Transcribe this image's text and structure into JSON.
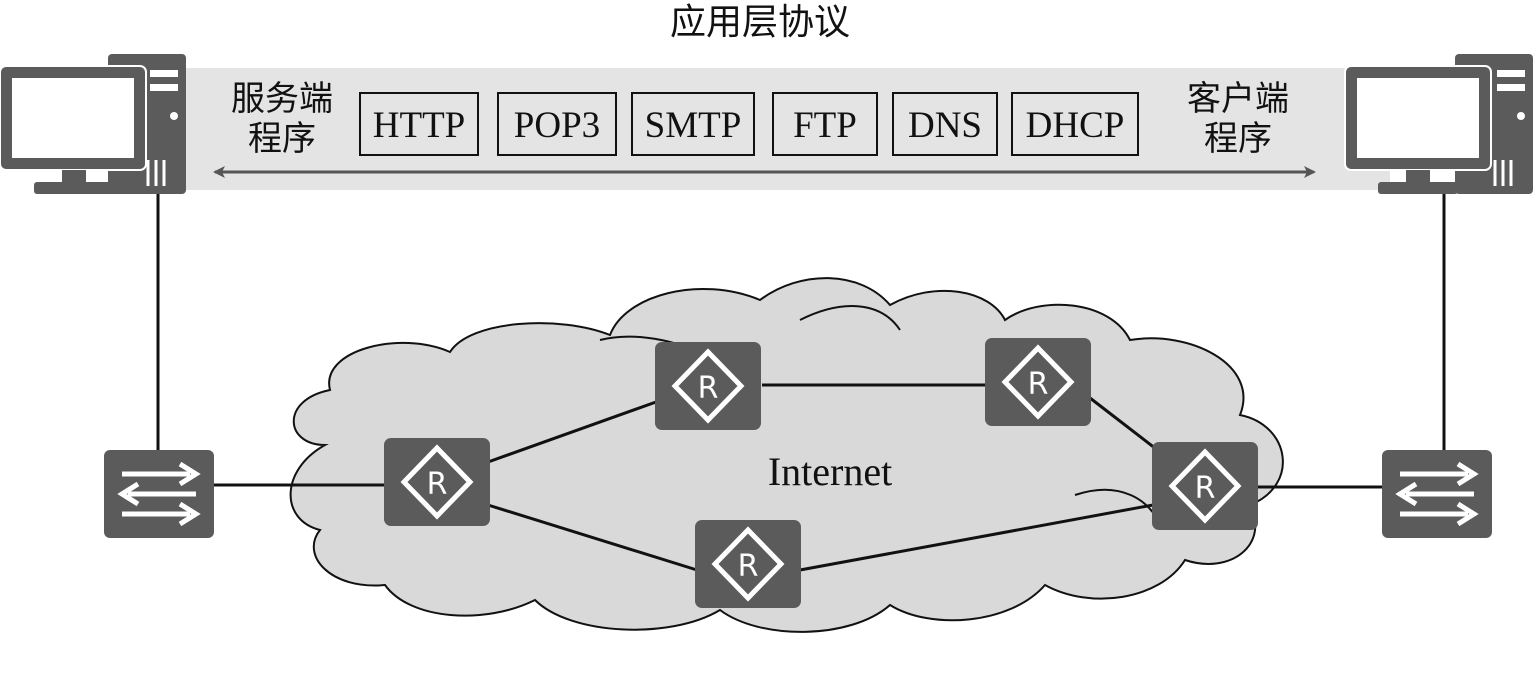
{
  "title": "应用层协议",
  "server_label": [
    "服务端",
    "程序"
  ],
  "client_label": [
    "客户端",
    "程序"
  ],
  "protocols": [
    "HTTP",
    "POP3",
    "SMTP",
    "FTP",
    "DNS",
    "DHCP"
  ],
  "cloud_label": "Internet",
  "icons": {
    "computer": "computer-icon",
    "switch": "switch-icon",
    "router": "router-icon",
    "router_glyph": "R"
  },
  "colors": {
    "device": "#5b5b5b",
    "band": "#e4e4e4",
    "cloud_fill": "#d9d9d9",
    "line": "#111111"
  }
}
